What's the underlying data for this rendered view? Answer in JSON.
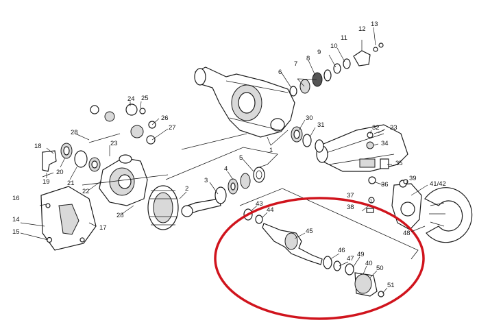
{
  "diagram": {
    "highlight_color": "#d0141d",
    "line_color": "#1a1a1a",
    "callouts": {
      "c1": "1",
      "c2": "2",
      "c3": "3",
      "c4": "4",
      "c5": "5",
      "c6": "6",
      "c7": "7",
      "c8": "8",
      "c9": "9",
      "c10": "10",
      "c11": "11",
      "c12": "12",
      "c13": "13",
      "c14": "14",
      "c15": "15",
      "c16": "16",
      "c17": "17",
      "c18": "18",
      "c19": "19",
      "c20": "20",
      "c21": "21",
      "c22": "22",
      "c23": "23",
      "c24": "24",
      "c25": "25",
      "c26": "26",
      "c27": "27",
      "c28a": "28",
      "c28b": "28",
      "c30": "30",
      "c31": "31",
      "c32": "32",
      "c33": "33",
      "c34": "34",
      "c35": "35",
      "c36": "36",
      "c37": "37",
      "c38": "38",
      "c39": "39",
      "c4142": "41/42",
      "c43": "43",
      "c44": "44",
      "c45": "45",
      "c46": "46",
      "c47": "47",
      "c48": "48",
      "c49": "49",
      "c40": "40",
      "c50": "50",
      "c51": "51"
    }
  }
}
